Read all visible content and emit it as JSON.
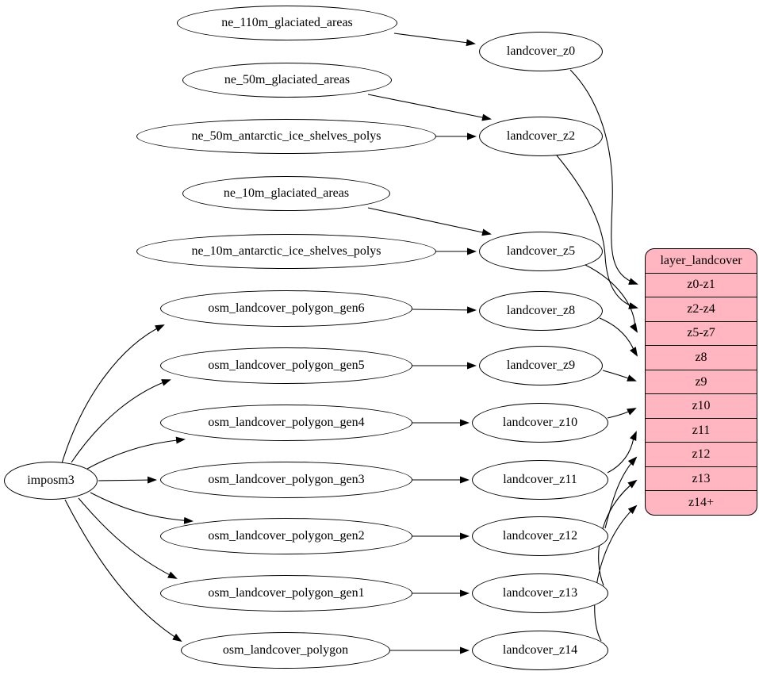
{
  "root": {
    "label": "imposm3"
  },
  "sources": [
    "ne_110m_glaciated_areas",
    "ne_50m_glaciated_areas",
    "ne_50m_antarctic_ice_shelves_polys",
    "ne_10m_glaciated_areas",
    "ne_10m_antarctic_ice_shelves_polys",
    "osm_landcover_polygon_gen6",
    "osm_landcover_polygon_gen5",
    "osm_landcover_polygon_gen4",
    "osm_landcover_polygon_gen3",
    "osm_landcover_polygon_gen2",
    "osm_landcover_polygon_gen1",
    "osm_landcover_polygon"
  ],
  "stages": [
    "landcover_z0",
    "landcover_z2",
    "landcover_z5",
    "landcover_z8",
    "landcover_z9",
    "landcover_z10",
    "landcover_z11",
    "landcover_z12",
    "landcover_z13",
    "landcover_z14"
  ],
  "table": {
    "title": "layer_landcover",
    "rows": [
      "z0-z1",
      "z2-z4",
      "z5-z7",
      "z8",
      "z9",
      "z10",
      "z11",
      "z12",
      "z13",
      "z14+"
    ]
  },
  "edges": [
    [
      "imposm3",
      "osm_landcover_polygon_gen6"
    ],
    [
      "imposm3",
      "osm_landcover_polygon_gen5"
    ],
    [
      "imposm3",
      "osm_landcover_polygon_gen4"
    ],
    [
      "imposm3",
      "osm_landcover_polygon_gen3"
    ],
    [
      "imposm3",
      "osm_landcover_polygon_gen2"
    ],
    [
      "imposm3",
      "osm_landcover_polygon_gen1"
    ],
    [
      "imposm3",
      "osm_landcover_polygon"
    ],
    [
      "ne_110m_glaciated_areas",
      "landcover_z0"
    ],
    [
      "ne_50m_glaciated_areas",
      "landcover_z2"
    ],
    [
      "ne_50m_antarctic_ice_shelves_polys",
      "landcover_z2"
    ],
    [
      "ne_10m_glaciated_areas",
      "landcover_z5"
    ],
    [
      "ne_10m_antarctic_ice_shelves_polys",
      "landcover_z5"
    ],
    [
      "osm_landcover_polygon_gen6",
      "landcover_z8"
    ],
    [
      "osm_landcover_polygon_gen5",
      "landcover_z9"
    ],
    [
      "osm_landcover_polygon_gen4",
      "landcover_z10"
    ],
    [
      "osm_landcover_polygon_gen3",
      "landcover_z11"
    ],
    [
      "osm_landcover_polygon_gen2",
      "landcover_z12"
    ],
    [
      "osm_landcover_polygon_gen1",
      "landcover_z13"
    ],
    [
      "osm_landcover_polygon",
      "landcover_z14"
    ],
    [
      "landcover_z0",
      "layer_landcover:z0-z1"
    ],
    [
      "landcover_z2",
      "layer_landcover:z2-z4"
    ],
    [
      "landcover_z5",
      "layer_landcover:z5-z7"
    ],
    [
      "landcover_z8",
      "layer_landcover:z8"
    ],
    [
      "landcover_z9",
      "layer_landcover:z9"
    ],
    [
      "landcover_z10",
      "layer_landcover:z10"
    ],
    [
      "landcover_z11",
      "layer_landcover:z11"
    ],
    [
      "landcover_z12",
      "layer_landcover:z12"
    ],
    [
      "landcover_z13",
      "layer_landcover:z13"
    ],
    [
      "landcover_z14",
      "layer_landcover:z14+"
    ]
  ],
  "colors": {
    "table_fill": "#ffb6c1",
    "node_fill": "#ffffff",
    "stroke": "#000000"
  }
}
